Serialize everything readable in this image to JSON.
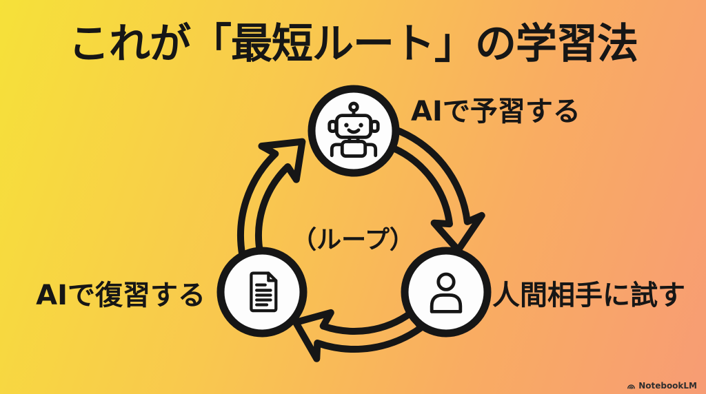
{
  "title": "これが「最短ルート」の学習法",
  "center_label": "（ループ）",
  "nodes": [
    {
      "id": "ai-preview",
      "icon": "robot-icon",
      "label": "AIで予習する",
      "position": "top"
    },
    {
      "id": "human-practice",
      "icon": "person-icon",
      "label": "人間相手に試す",
      "position": "bottom-right"
    },
    {
      "id": "ai-review",
      "icon": "document-icon",
      "label": "AIで復習する",
      "position": "bottom-left"
    }
  ],
  "flow": {
    "type": "cycle",
    "direction": "clockwise",
    "steps": [
      "AIで予習する",
      "人間相手に試す",
      "AIで復習する"
    ]
  },
  "watermark": {
    "label": "NotebookLM",
    "icon": "notebooklm-logo-icon"
  },
  "colors": {
    "background_top_left": "#f6e139",
    "background_bottom_left": "#fbcc4b",
    "background_top_right": "#fab35e",
    "background_bottom_right": "#f79c74",
    "ink": "#161616",
    "node_fill": "#fdfdfd",
    "watermark_text": "#2e2e2e"
  }
}
